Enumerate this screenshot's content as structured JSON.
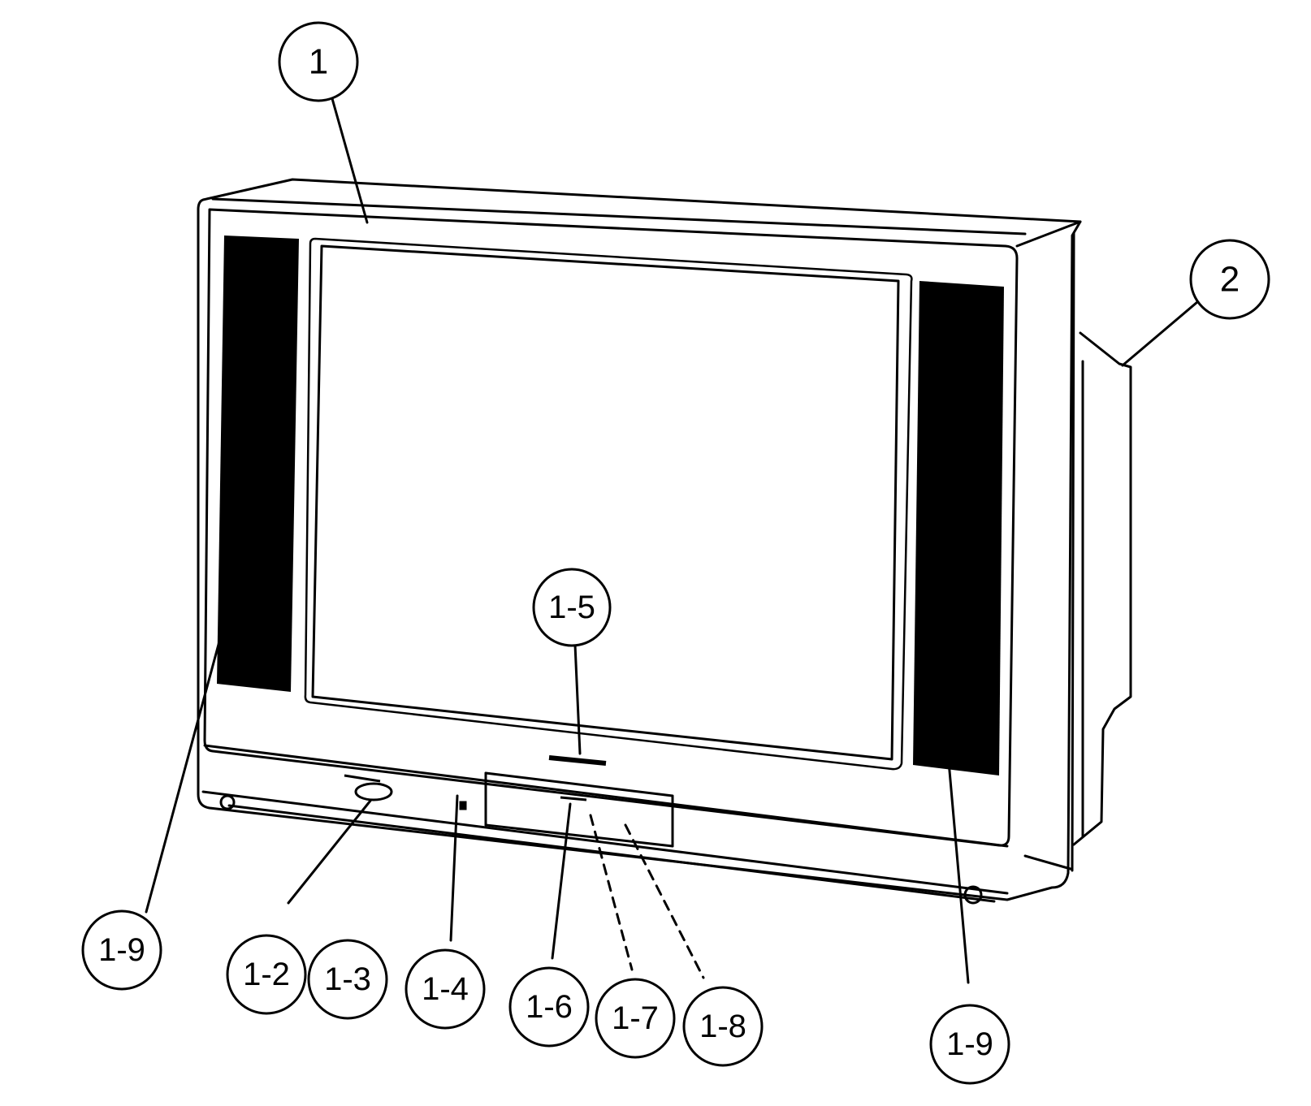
{
  "figure": {
    "subject": "television set front view exploded callout diagram",
    "line_color": "#000000",
    "background_color": "#ffffff",
    "speaker_grille_color": "#000000"
  },
  "callouts": {
    "c1": "1",
    "c2": "2",
    "c1_5": "1-5",
    "c1_9_left": "1-9",
    "c1_2": "1-2",
    "c1_3": "1-3",
    "c1_4": "1-4",
    "c1_6": "1-6",
    "c1_7": "1-7",
    "c1_8": "1-8",
    "c1_9_right": "1-9"
  }
}
